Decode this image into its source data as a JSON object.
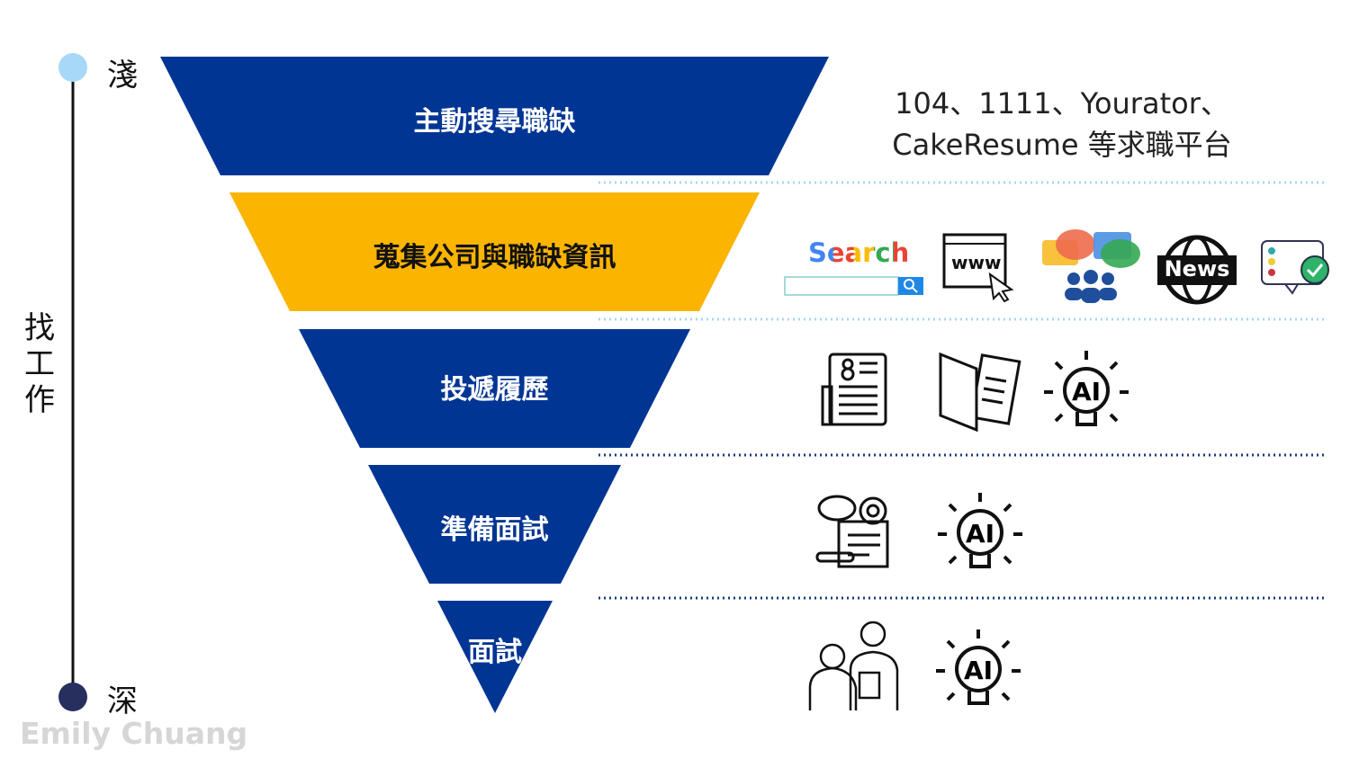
{
  "axis": {
    "top": "淺",
    "bottom": "深",
    "label": "找工作"
  },
  "stages": [
    {
      "label": "主動搜尋職缺"
    },
    {
      "label": "蒐集公司與職缺資訊"
    },
    {
      "label": "投遞履歷"
    },
    {
      "label": "準備面試"
    },
    {
      "label": "面試"
    }
  ],
  "platforms": {
    "line1": "104、1111、Yourator、",
    "line2": "CakeResume 等求職平台"
  },
  "icons": {
    "search_word": "Search",
    "www_word": "www",
    "news_word": "News",
    "ai_word": "AI"
  },
  "watermark": "Emily Chuang",
  "colors": {
    "blue": "#003594",
    "yellow": "#FBB400",
    "light_dot": "#A8D8F8",
    "dark_dot": "#272F5E"
  }
}
